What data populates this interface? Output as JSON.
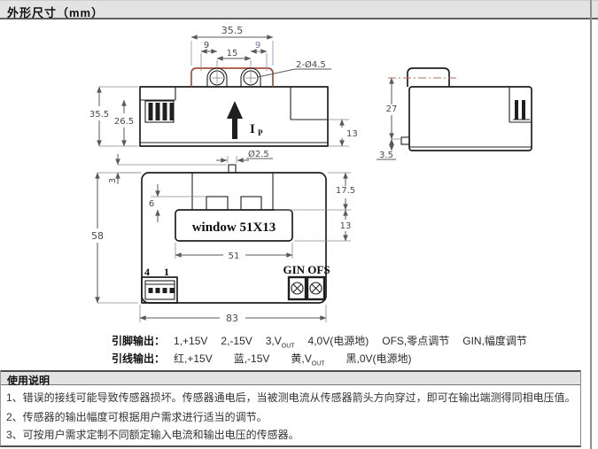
{
  "header": {
    "title": "外形尺寸（mm）"
  },
  "drawing": {
    "top_view": {
      "dim_width_top": "35.5",
      "dim_hole_left": "9",
      "dim_hole_pitch": "15",
      "dim_hole_right": "9",
      "dim_holes_label": "2-Ø4.5",
      "dim_total_height": "35.5",
      "dim_body_height": "26.5",
      "dim_bottom_band": "13",
      "current_label_main": "I",
      "current_label_sub": "P"
    },
    "side_view": {
      "dim_height": "27",
      "dim_foot": "3.5"
    },
    "front_view": {
      "dim_peg_dia": "Ø2.5",
      "dim_top_offset": "3",
      "dim_bump_offset": "6",
      "dim_height": "58",
      "dim_upper": "17.5",
      "dim_window_height": "13",
      "window_label": "window 51X13",
      "dim_window_width": "51",
      "pin_right_label": "4",
      "pin_left_label": "1",
      "pots_label": "GIN OFS",
      "dim_width": "83"
    }
  },
  "pinout": {
    "label": "引脚输出：",
    "i1": "1,+15V",
    "i2": "2,-15V",
    "i3_pre": "3,V",
    "i3_sub": "OUT",
    "i4": "4,0V(电源地)",
    "i5": "OFS,零点调节",
    "i6": "GIN,幅度调节"
  },
  "wireout": {
    "label": "引线输出：",
    "i1": "红,+15V",
    "i2": "蓝,-15V",
    "i3_pre": "黄,V",
    "i3_sub": "OUT",
    "i4": "黑,0V(电源地)"
  },
  "usage": {
    "title": "使用说明",
    "notes": [
      "1、错误的接线可能导致传感器损坏。传感器通电后，当被测电流从传感器箭头方向穿过，即可在输出端测得同相电压值。",
      "2、传感器的输出幅度可根据用户需求进行适当的调节。",
      "3、可按用户需求定制不同额定输入电流和输出电压的传感器。"
    ]
  }
}
